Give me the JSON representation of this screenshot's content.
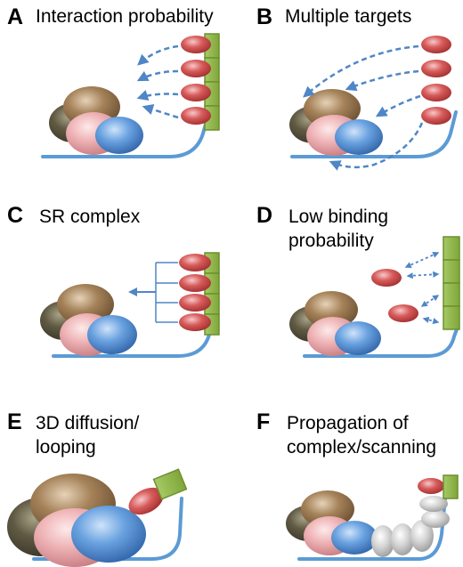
{
  "panels": [
    {
      "letter": "A",
      "title": [
        "Interaction probability"
      ]
    },
    {
      "letter": "B",
      "title": [
        "Multiple targets"
      ]
    },
    {
      "letter": "C",
      "title": [
        "SR complex"
      ]
    },
    {
      "letter": "D",
      "title": [
        "Low binding",
        "probability"
      ]
    },
    {
      "letter": "E",
      "title": [
        "3D diffusion/",
        "looping"
      ]
    },
    {
      "letter": "F",
      "title": [
        "Propagation of",
        "complex/scanning"
      ]
    }
  ],
  "colors": {
    "dna": "#5b9bd5",
    "arrow": "#4f86c6",
    "blue_protein": "#4a86cf",
    "pink_protein": "#e8a4a8",
    "brown_protein": "#8f6e4c",
    "dark_protein": "#55513e",
    "red_protein": "#cd4848",
    "grey_protein": "#c0c0c0",
    "green_site": "#8db44a",
    "green_border": "#6f8f2f"
  }
}
